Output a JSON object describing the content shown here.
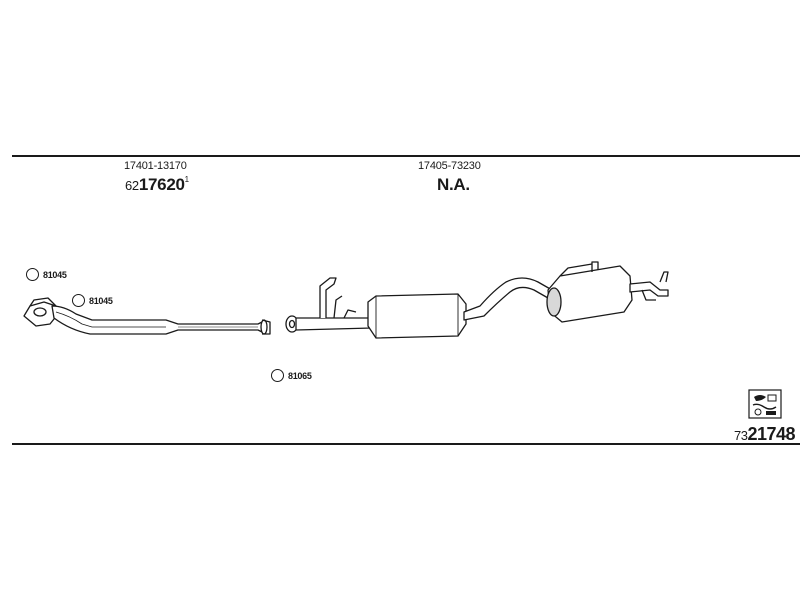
{
  "parts": {
    "left": {
      "part_number": "17401-13170",
      "code_prefix": "62",
      "code_main": "17620",
      "code_sup": "1"
    },
    "right": {
      "part_number": "17405-73230",
      "code": "N.A."
    }
  },
  "refs": [
    "81045",
    "81045",
    "81065"
  ],
  "catalog": {
    "prefix": "73",
    "main": "21748"
  },
  "icons": {
    "logo": "exhaust-brand-logo-icon"
  },
  "colors": {
    "line": "#1a1a1a",
    "fill": "#ffffff",
    "shade": "#d8d8d8"
  }
}
